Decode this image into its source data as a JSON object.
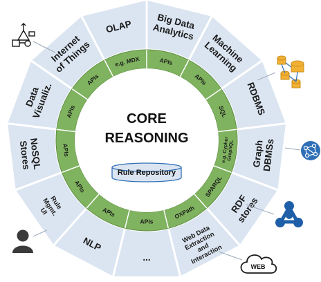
{
  "core": {
    "line1": "CORE",
    "line2": "REASONING"
  },
  "repository": {
    "label": "Rule Repository"
  },
  "segments": [
    {
      "lines": [
        "OLAP"
      ]
    },
    {
      "lines": [
        "Big Data",
        "Analytics"
      ]
    },
    {
      "lines": [
        "Machine",
        "Learning"
      ]
    },
    {
      "lines": [
        "RDBMS"
      ]
    },
    {
      "lines": [
        "Graph",
        "DBMSs"
      ]
    },
    {
      "lines": [
        "RDF",
        "stores"
      ]
    },
    {
      "lines": [
        "Web Data",
        "Extraction",
        "and",
        "Interaction"
      ]
    },
    {
      "lines": [
        "..."
      ]
    },
    {
      "lines": [
        "NLP"
      ]
    },
    {
      "lines": [
        "Rule",
        "Mgmt.",
        "UI"
      ]
    },
    {
      "lines": [
        "NoSQL",
        "Stores"
      ]
    },
    {
      "lines": [
        "Data",
        "Visualiz."
      ]
    },
    {
      "lines": [
        "Internet",
        "of Things"
      ]
    }
  ],
  "interfaces": [
    {
      "lines": [
        "e.g. MDX"
      ]
    },
    {
      "lines": [
        "APIs"
      ]
    },
    {
      "lines": [
        "APIs"
      ]
    },
    {
      "lines": [
        "SQL"
      ]
    },
    {
      "lines": [
        "e.g. Cypher",
        "GraphQL"
      ]
    },
    {
      "lines": [
        "SPARQL"
      ]
    },
    {
      "lines": [
        "OXPath"
      ]
    },
    {
      "lines": [
        "APIs"
      ]
    },
    {
      "lines": [
        "APIs"
      ]
    },
    {
      "lines": [
        "APIs"
      ]
    },
    {
      "lines": [
        "APIs"
      ]
    },
    {
      "lines": [
        "APIs"
      ]
    },
    {
      "lines": [
        "APIs"
      ]
    }
  ],
  "web_badge": "WEB",
  "colors": {
    "segment_fill": "#dbe5f1",
    "segment_stroke": "#ffffff",
    "ring_fill": "#7fb35f",
    "ring_stroke": "#5f8f44",
    "core_fill": "#ffffff",
    "icon_blue": "#2f6fb6",
    "icon_orange": "#f2b134",
    "user_icon": "#3a3a3a"
  },
  "icons": [
    "iot-icon",
    "database-icon",
    "graph-icon",
    "rdf-network-icon",
    "user-icon",
    "web-cloud-icon"
  ]
}
